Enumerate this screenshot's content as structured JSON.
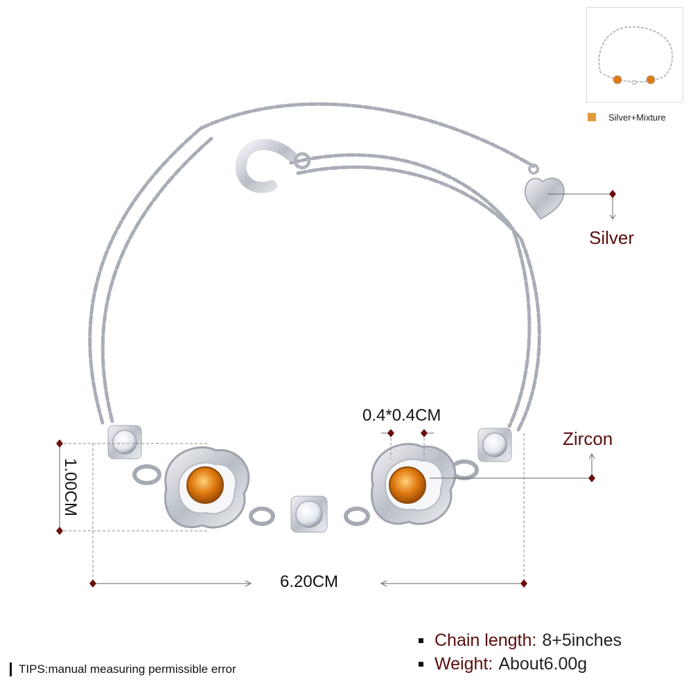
{
  "thumbnail": {
    "color_swatch": "#e09a3c",
    "option_label": "Silver+Mixture"
  },
  "annotations": {
    "material_label": "Silver",
    "stone_label": "Zircon",
    "stone_size": "0.4*0.4CM",
    "height_dim": "1.00CM",
    "width_dim": "6.20CM"
  },
  "specs": [
    {
      "label": "Chain length:",
      "value": "8+5inches"
    },
    {
      "label": "Weight:",
      "value": "About6.00g"
    }
  ],
  "tips": "TIPS:manual measuring permissible error",
  "colors": {
    "marker": "#6b0d0d",
    "gem_orange": "#e07a10",
    "silver": "#b8bcc4"
  }
}
